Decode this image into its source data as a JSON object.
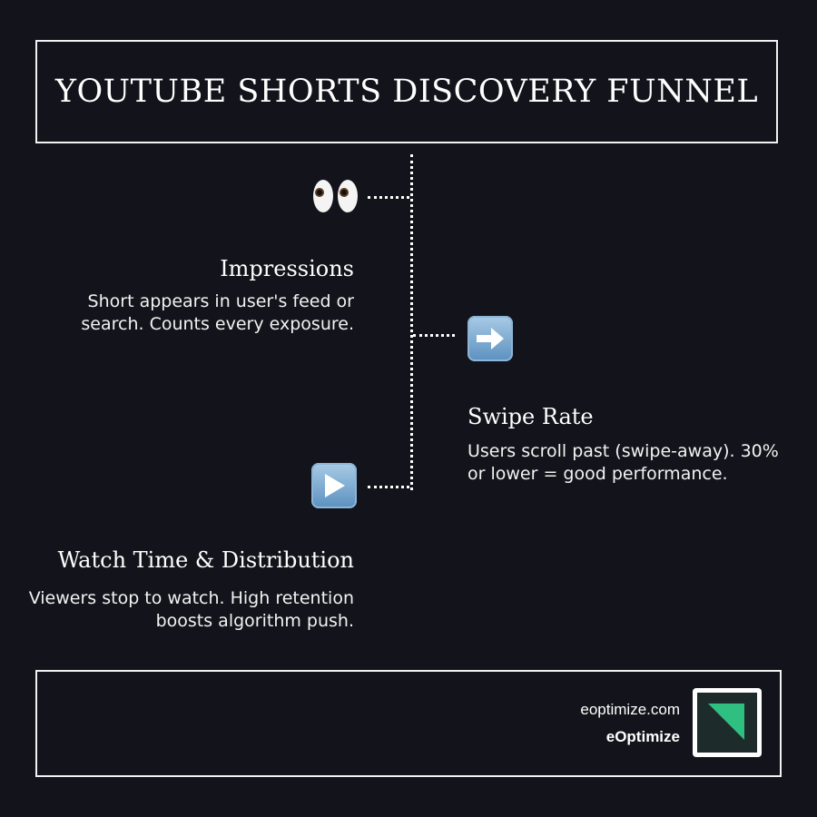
{
  "title": "YOUTUBE SHORTS DISCOVERY FUNNEL",
  "steps": [
    {
      "icon": "eyes-icon",
      "title": "Impressions",
      "description": "Short appears in user's feed or search. Counts every exposure."
    },
    {
      "icon": "right-arrow-icon",
      "title": "Swipe Rate",
      "description": "Users scroll past (swipe-away). 30% or lower = good performance."
    },
    {
      "icon": "play-button-icon",
      "title": "Watch Time & Distribution",
      "description": "Viewers stop to watch. High retention boosts algorithm push."
    }
  ],
  "footer": {
    "website": "eoptimize.com",
    "brand": "eOptimize"
  },
  "colors": {
    "background": "#13131b",
    "text": "#ffffff",
    "logo_accent": "#2fbf80",
    "icon_blue": "#7aa8d2"
  }
}
